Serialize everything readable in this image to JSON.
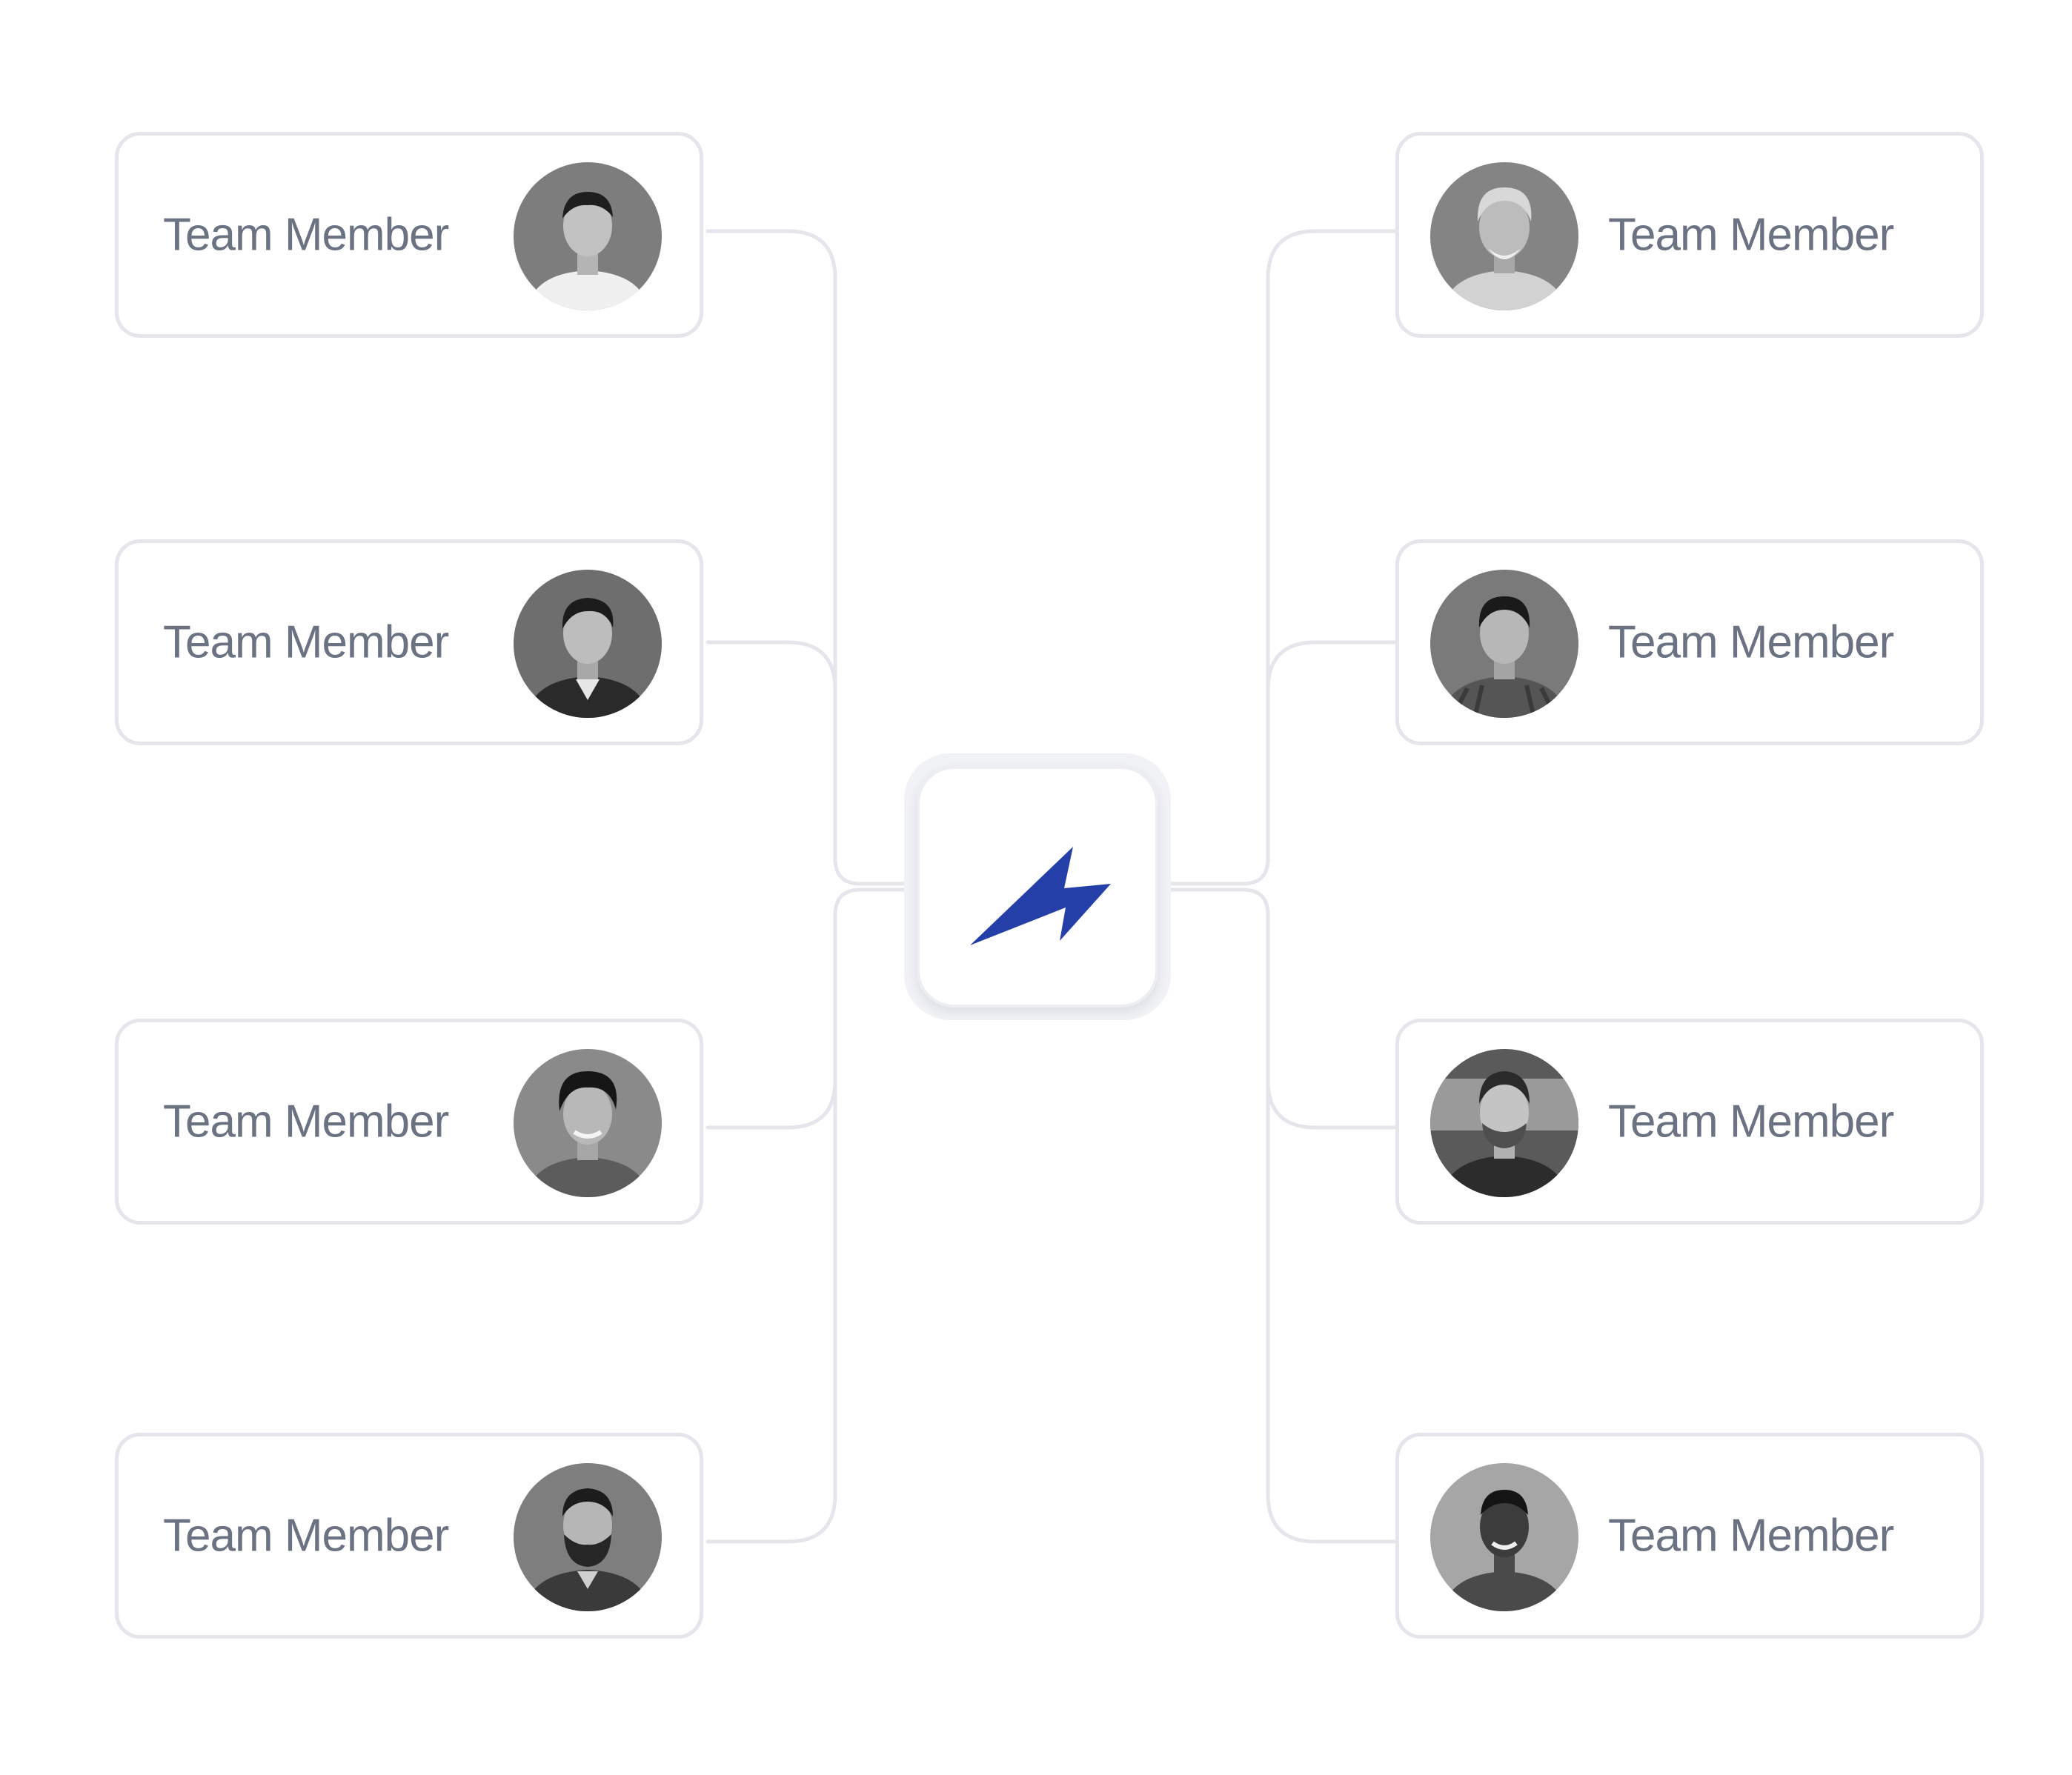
{
  "hub": {
    "icon": "lightning-bolt-icon",
    "icon_color": "#2440a8"
  },
  "members": [
    {
      "label": "Team Member",
      "avatar": "young man, white t-shirt"
    },
    {
      "label": "Team Member",
      "avatar": "smiling man, dark jacket"
    },
    {
      "label": "Team Member",
      "avatar": "young man, curly hair, sweater"
    },
    {
      "label": "Team Member",
      "avatar": "bearded man, collared shirt"
    },
    {
      "label": "Team Member",
      "avatar": "older man, grey hair and beard"
    },
    {
      "label": "Team Member",
      "avatar": "man, plaid shirt"
    },
    {
      "label": "Team Member",
      "avatar": "smiling bearded man, sweater"
    },
    {
      "label": "Team Member",
      "avatar": "smiling man, short beard"
    }
  ],
  "colors": {
    "connector": "#e4e6eb",
    "card_border": "#e4e6eb",
    "label_text": "#6b7383"
  }
}
